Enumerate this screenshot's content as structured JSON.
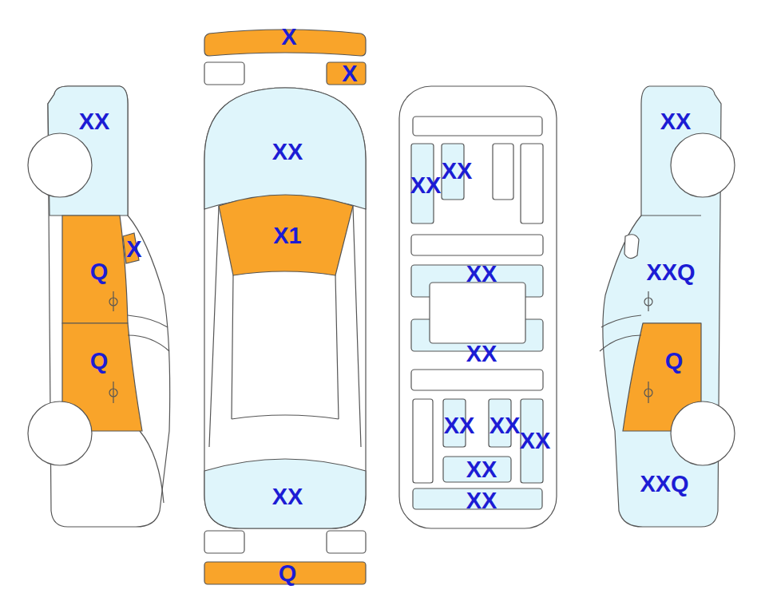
{
  "diagram": {
    "nodes": [
      {
        "text": [
          "XX"
        ]
      },
      {
        "text": [
          "X"
        ]
      },
      {
        "text": [
          "Q"
        ]
      },
      {
        "text": [
          "Q"
        ]
      },
      {
        "text": [
          "X"
        ]
      },
      {
        "text": [
          "X"
        ]
      },
      {
        "text": [
          "XX"
        ]
      },
      {
        "text": [
          "X1"
        ]
      },
      {
        "text": [
          "XX"
        ]
      },
      {
        "text": [
          "Q"
        ]
      },
      {
        "text": [
          "XX"
        ]
      },
      {
        "text": [
          "XX"
        ]
      },
      {
        "text": [
          "XX"
        ]
      },
      {
        "text": [
          "XX"
        ]
      },
      {
        "text": [
          "XX"
        ]
      },
      {
        "text": [
          "XX"
        ]
      },
      {
        "text": [
          "XX"
        ]
      },
      {
        "text": [
          "XX"
        ]
      },
      {
        "text": [
          "XX"
        ]
      },
      {
        "text": [
          "XX"
        ]
      },
      {
        "text": [
          "XXQ"
        ]
      },
      {
        "text": [
          "Q"
        ]
      },
      {
        "text": [
          "XXQ"
        ]
      }
    ]
  }
}
